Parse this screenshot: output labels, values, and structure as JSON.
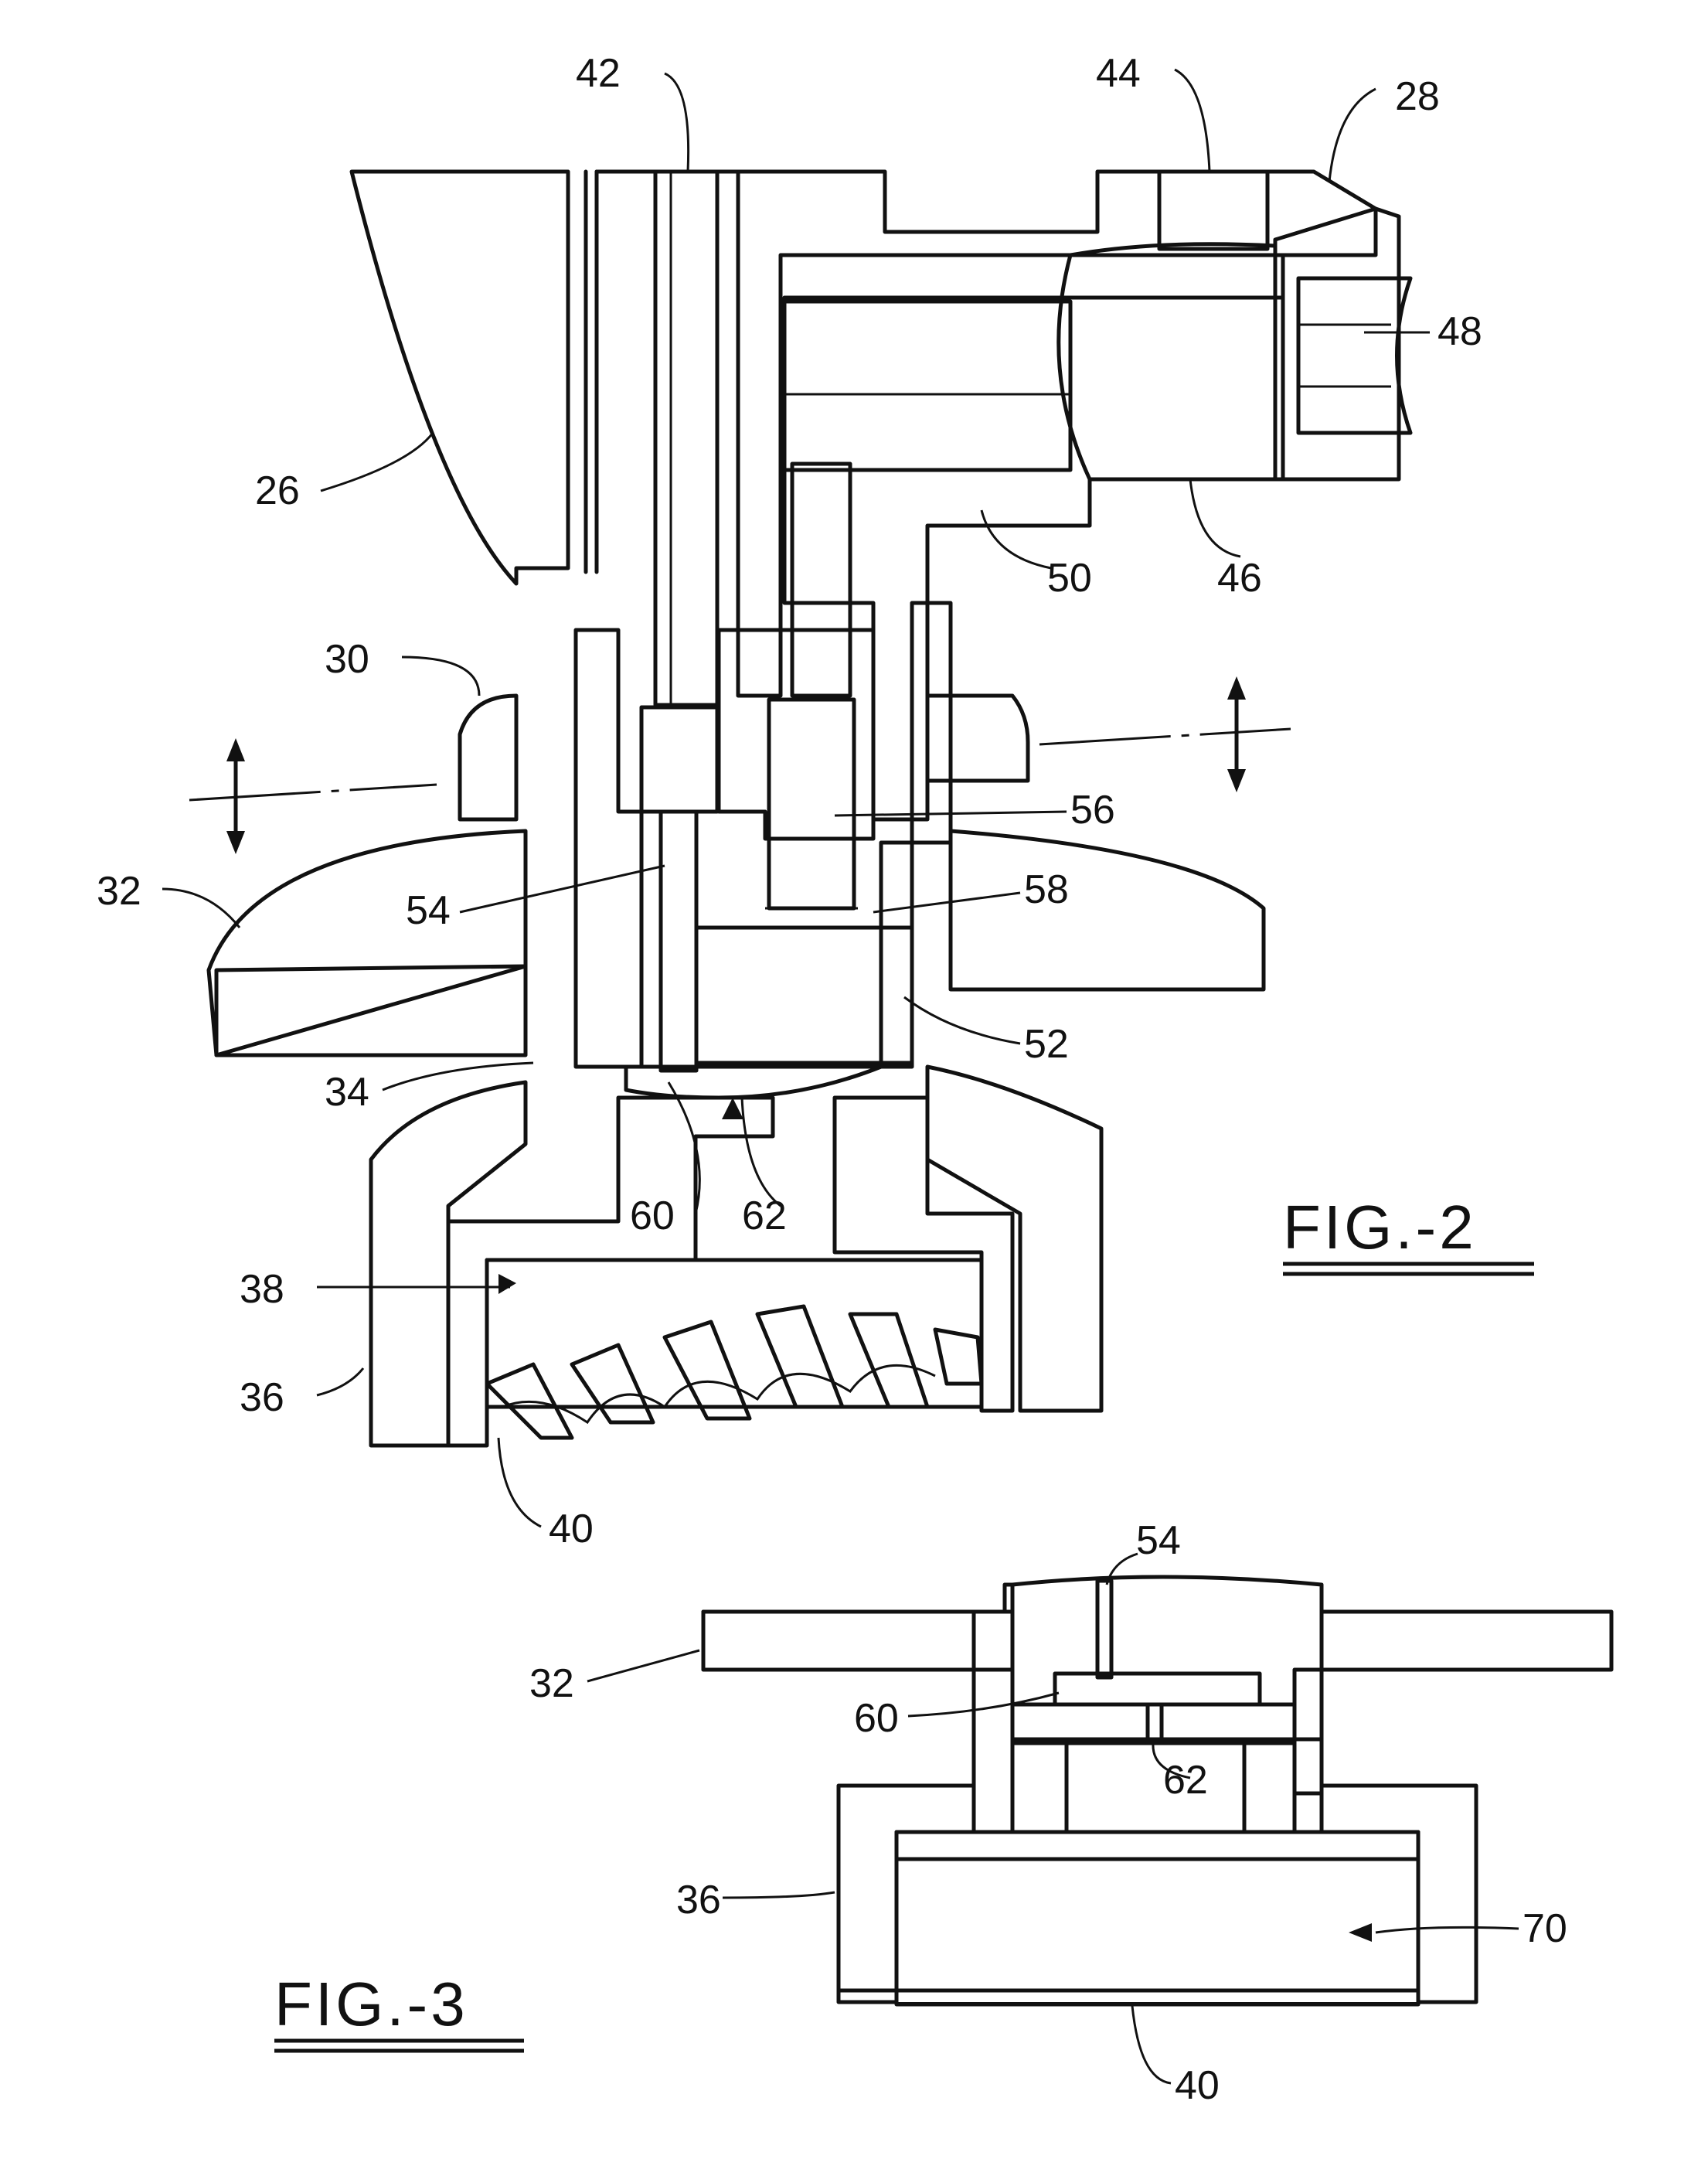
{
  "figures": [
    {
      "title": "FIG.-2",
      "reference_numerals": [
        "42",
        "44",
        "28",
        "48",
        "26",
        "50",
        "46",
        "30",
        "56",
        "32",
        "54",
        "58",
        "52",
        "34",
        "60",
        "62",
        "38",
        "36",
        "40"
      ]
    },
    {
      "title": "FIG.-3",
      "reference_numerals": [
        "54",
        "32",
        "60",
        "62",
        "36",
        "70",
        "40"
      ]
    }
  ],
  "colors": {
    "ink": "#111111",
    "paper": "#ffffff"
  }
}
